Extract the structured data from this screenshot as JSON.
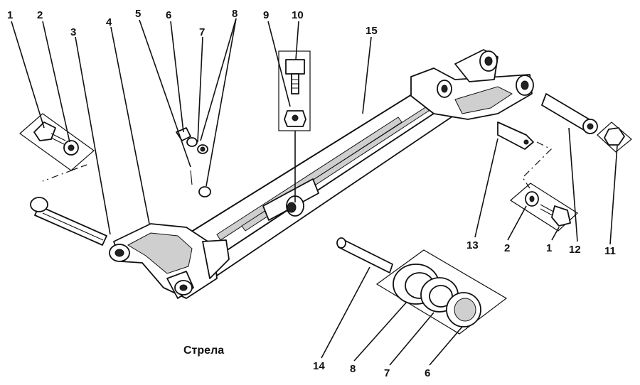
{
  "caption": "Стрела",
  "callouts": {
    "c1a": "1",
    "c2a": "2",
    "c3": "3",
    "c4": "4",
    "c5": "5",
    "c6a": "6",
    "c7a": "7",
    "c8a": "8",
    "c9": "9",
    "c10": "10",
    "c15": "15",
    "c13": "13",
    "c2b": "2",
    "c1b": "1",
    "c12": "12",
    "c11": "11",
    "c14": "14",
    "c8b": "8",
    "c7b": "7",
    "c6b": "6"
  }
}
